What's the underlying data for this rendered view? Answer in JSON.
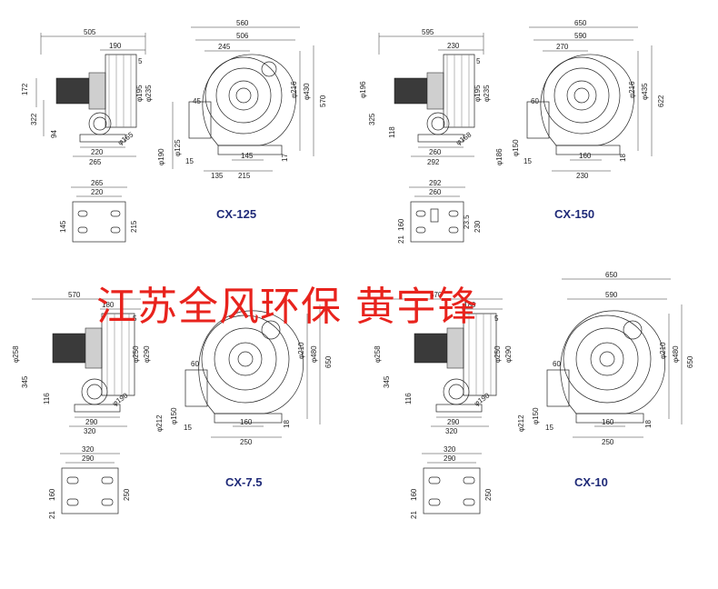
{
  "watermark": "江苏全风环保 黄宇锋",
  "colors": {
    "watermark": "#e8231d",
    "model_label": "#1f2a78",
    "lines": "#222222"
  },
  "panels": [
    {
      "model": "CX-125",
      "side_dims": {
        "top_total": "505",
        "top_right": "190",
        "flange": "5",
        "h_upper": "172",
        "h_lower": "322",
        "small": "94",
        "phi_a": "φ195",
        "phi_b": "φ235",
        "w_base": "220",
        "w_total": "265",
        "phi_outlet": "φ165"
      },
      "front_dims": {
        "top_total": "560",
        "top_mid": "506",
        "top_inner": "245",
        "phi_a": "φ216",
        "phi_b": "φ430",
        "height": "570",
        "offset": "45",
        "phi_out": "φ190",
        "phi_in": "φ125",
        "foot": "15",
        "center": "145",
        "b1": "135",
        "b2": "215",
        "right": "17"
      },
      "base_dims": {
        "top_total": "265",
        "top_inner": "220",
        "left_h": "145",
        "right_h": "215"
      }
    },
    {
      "model": "CX-150",
      "side_dims": {
        "top_total": "595",
        "top_right": "230",
        "flange": "5",
        "h_upper": "φ196",
        "h_lower": "325",
        "small": "118",
        "phi_a": "φ195",
        "phi_b": "φ235",
        "w_base": "260",
        "w_total": "292",
        "phi_outlet": "φ168"
      },
      "front_dims": {
        "top_total": "650",
        "top_mid": "590",
        "top_inner": "270",
        "phi_a": "φ216",
        "phi_b": "φ435",
        "height": "622",
        "offset": "60",
        "phi_out": "φ186",
        "phi_in": "φ150",
        "foot": "15",
        "center": "160",
        "b1": "",
        "b2": "230",
        "right": "18"
      },
      "base_dims": {
        "top_total": "292",
        "top_inner": "260",
        "left_h": "160",
        "left_small": "21",
        "mid_h": "23.5",
        "right_h": "230"
      }
    },
    {
      "model": "CX-7.5",
      "side_dims": {
        "top_total": "570",
        "top_right": "180",
        "flange": "5",
        "h_upper": "φ258",
        "h_lower": "345",
        "small": "116",
        "phi_a": "φ250",
        "phi_b": "φ290",
        "w_base": "290",
        "w_total": "320",
        "phi_outlet": "φ190"
      },
      "front_dims": {
        "top_total": "",
        "top_mid": "",
        "top_inner": "",
        "phi_a": "φ210",
        "phi_b": "φ480",
        "height": "650",
        "offset": "60",
        "phi_out": "φ212",
        "phi_in": "φ150",
        "foot": "15",
        "center": "160",
        "b1": "",
        "b2": "250",
        "right": "18"
      },
      "base_dims": {
        "top_total": "320",
        "top_inner": "290",
        "left_h": "160",
        "left_small": "21",
        "right_h": "250"
      }
    },
    {
      "model": "CX-10",
      "side_dims": {
        "top_total": "570",
        "top_right": "180",
        "flange": "5",
        "h_upper": "φ258",
        "h_lower": "345",
        "small": "116",
        "phi_a": "φ250",
        "phi_b": "φ290",
        "w_base": "290",
        "w_total": "320",
        "phi_outlet": "φ190"
      },
      "front_dims": {
        "top_total": "650",
        "top_mid": "590",
        "top_inner": "",
        "phi_a": "φ210",
        "phi_b": "φ480",
        "height": "650",
        "offset": "60",
        "phi_out": "φ212",
        "phi_in": "φ150",
        "foot": "15",
        "center": "160",
        "b1": "",
        "b2": "250",
        "right": "18"
      },
      "base_dims": {
        "top_total": "320",
        "top_inner": "290",
        "left_h": "160",
        "left_small": "21",
        "right_h": "250"
      }
    }
  ]
}
